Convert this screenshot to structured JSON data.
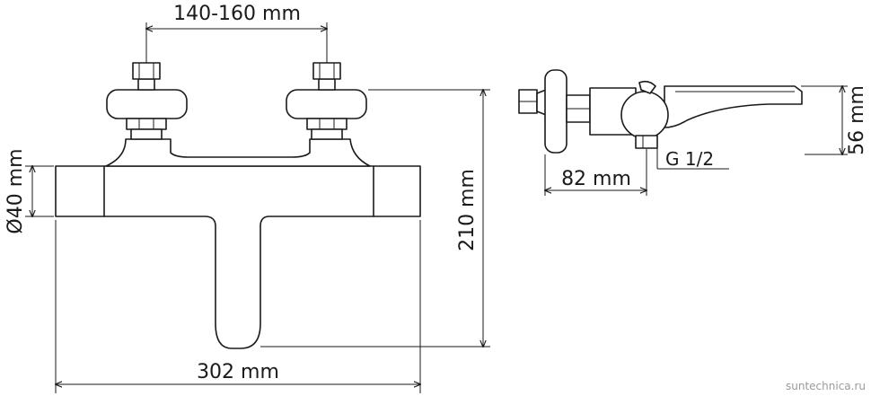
{
  "dimensions": {
    "inlet_spacing": "140-160 mm",
    "width": "302 mm",
    "height": "210 mm",
    "body_diameter": "Ø40 mm",
    "spout_projection": "82 mm",
    "thread": "G 1/2",
    "side_height": "56 mm"
  },
  "watermark": "suntechnica.ru",
  "colors": {
    "line": "#1a1a1a",
    "background": "#ffffff",
    "watermark": "#9a9a9a"
  }
}
